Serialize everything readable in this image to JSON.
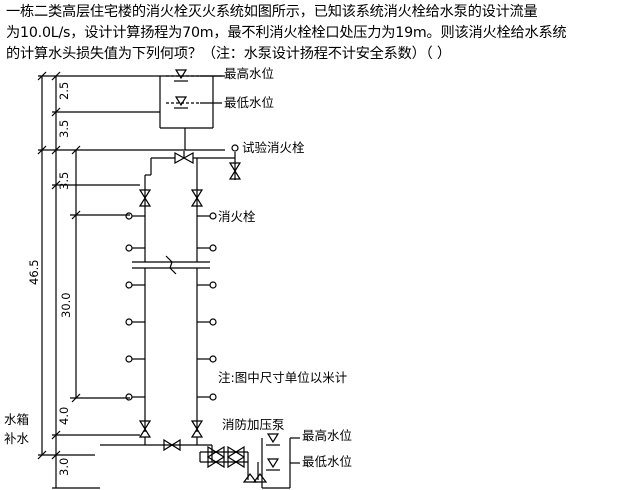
{
  "question": {
    "line1": "一栋二类高层住宅楼的消火栓灭火系统如图所示，已知该系统消火栓给水泵的设计流量",
    "line2": "为10.0L/s，设计计算扬程为70m，最不利消火栓栓口处压力为19m。则该消火栓给水系统",
    "line3": "的计算水头损失值为下列何项？（注：水泵设计扬程不计安全系数）（  ）"
  },
  "diagram": {
    "labels": {
      "top_max_level": "最高水位",
      "top_min_level": "最低水位",
      "test_hydrant": "试验消火栓",
      "hydrant": "消火栓",
      "note": "注:图中尺寸单位以米计",
      "tank_refill_1": "水箱",
      "tank_refill_2": "补水",
      "pump": "消防加压泵",
      "bottom_max_level": "最高水位",
      "bottom_min_level": "最低水位"
    },
    "dimensions": {
      "d_top_1": "2.5",
      "d_top_2": "3.5",
      "d_test": "3.5",
      "d_total": "46.5",
      "d_mid": "30.0",
      "d_low": "4.0",
      "d_bottom": "3.0"
    }
  }
}
